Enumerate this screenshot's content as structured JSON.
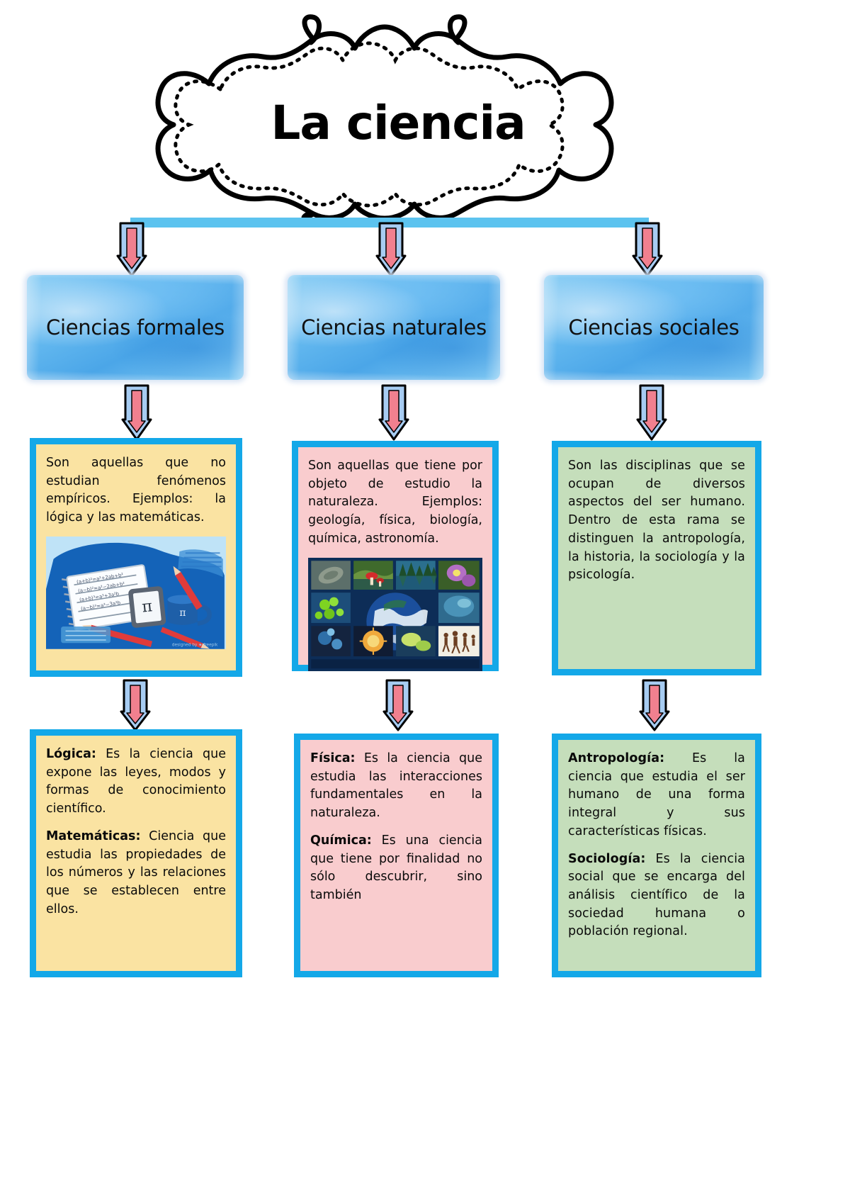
{
  "title": {
    "text": "La ciencia",
    "banner_icon": "decorative-banner-frame"
  },
  "colors": {
    "connector_bar": "#5cc3ef",
    "box_border": "#14a8e8",
    "formal_bg": "#fae3a2",
    "natural_bg": "#f9ccce",
    "social_bg": "#c5debb",
    "arrow_fill": "#f1808f",
    "arrow_outline": "#a7ccf2"
  },
  "branches": [
    {
      "id": "formales",
      "heading": "Ciencias formales",
      "description": "Son aquellas que no estudian fenómenos empíricos. Ejemplos: la lógica y las matemáticas.",
      "illustration": "math-notebook-pi-illustration",
      "details": [
        {
          "term": "Lógica:",
          "text": " Es la ciencia que expone las leyes, modos y formas de conocimiento científico."
        },
        {
          "term": "Matemáticas:",
          "text": " Ciencia que estudia las propiedades de los números y las relaciones que se establecen entre ellos."
        }
      ]
    },
    {
      "id": "naturales",
      "heading": "Ciencias naturales",
      "description": "Son aquellas que tiene por objeto de estudio la naturaleza. Ejemplos: geología, física, biología, química, astronomía.",
      "illustration": "nature-photo-collage",
      "details": [
        {
          "term": "Física:",
          "text": " Es la ciencia que estudia las interacciones fundamentales en la naturaleza."
        },
        {
          "term": "Química:",
          "text": " Es una ciencia que tiene por finalidad no sólo descubrir, sino también"
        }
      ]
    },
    {
      "id": "sociales",
      "heading": "Ciencias sociales",
      "description": "Son las disciplinas que se ocupan de diversos aspectos del ser humano. Dentro de esta rama se distinguen la antropología, la historia, la sociología y la psicología.",
      "illustration": null,
      "details": [
        {
          "term": "Antropología:",
          "text": " Es la ciencia que estudia el ser humano de una forma integral y sus características físicas."
        },
        {
          "term": "Sociología:",
          "text": " Es la ciencia social que se encarga del análisis científico de la sociedad humana o población regional."
        }
      ]
    }
  ],
  "arrows": {
    "icon": "down-arrow-icon",
    "count": 9
  }
}
